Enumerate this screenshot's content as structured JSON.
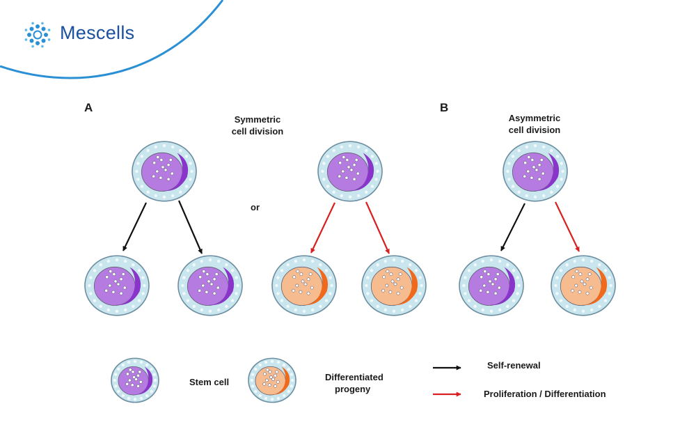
{
  "brand": {
    "name": "Mescells",
    "accent": "#1b4fa0",
    "swoosh_color": "#2a8fd4",
    "logo_icon": "mescells-logo-icon"
  },
  "panel_a": {
    "letter": "A",
    "title_line1": "Symmetric",
    "title_line2": "cell division",
    "or_text": "or"
  },
  "panel_b": {
    "letter": "B",
    "title_line1": "Asymmetric",
    "title_line2": "cell division"
  },
  "legend": {
    "stem_cell": "Stem cell",
    "differentiated_line1": "Differentiated",
    "differentiated_line2": "progeny",
    "self_renewal": "Self-renewal",
    "proliferation": "Proliferation / Differentiation"
  },
  "colors": {
    "stem_nucleus": "#b57be0",
    "stem_nucleus_dark": "#8a35c9",
    "diff_nucleus": "#f6bc90",
    "diff_nucleus_dark": "#ef6a1c",
    "membrane": "#c9e6ef",
    "membrane_edge": "#6c8ea0",
    "self_renewal_arrow": "#111111",
    "differentiation_arrow": "#d82020"
  }
}
